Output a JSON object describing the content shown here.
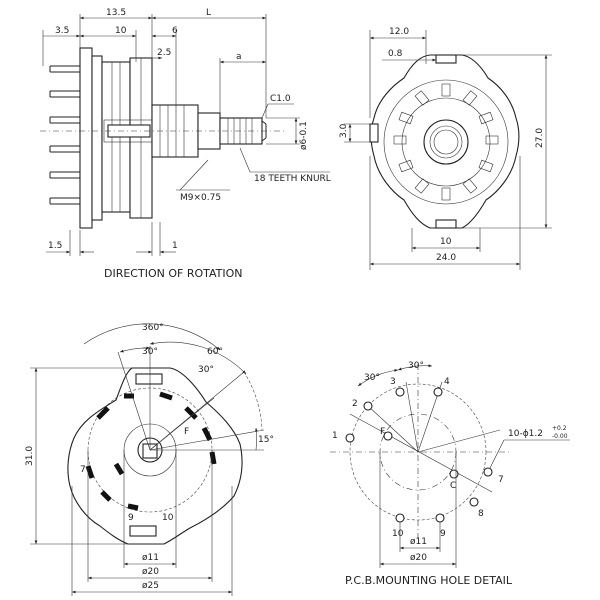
{
  "side_view": {
    "dims": {
      "d13_5": "13.5",
      "dL": "L",
      "d3_5": "3.5",
      "d10": "10",
      "d6": "6",
      "d2_5": "2.5",
      "da": "a",
      "c1_0": "C1.0",
      "d6_shaft": "ø6-0.1",
      "d1_5": "1.5",
      "d1": "1"
    },
    "thread": "M9×0.75",
    "knurl": "18 TEETH KNURL"
  },
  "front_view": {
    "dims": {
      "d12_0": "12.0",
      "d0_8": "0.8",
      "d3_0": "3.0",
      "d27_0": "27.0",
      "d10": "10",
      "d24_0": "24.0"
    }
  },
  "rotation_view": {
    "caption": "DIRECTION OF ROTATION",
    "angles": {
      "a360": "360°",
      "a30_top": "30°",
      "a60": "60°",
      "a30_right": "30°",
      "a15": "15°"
    },
    "dims": {
      "d31_0": "31.0",
      "d11": "ø11",
      "d20": "ø20",
      "d25": "ø25"
    },
    "labels": {
      "seven": "7",
      "nine": "9",
      "ten": "10",
      "f": "F"
    }
  },
  "pcb_view": {
    "caption": "P.C.B.MOUNTING HOLE DETAIL",
    "angles": {
      "a30_a": "30°",
      "a30_b": "30°"
    },
    "pins": [
      "1",
      "2",
      "3",
      "4",
      "7",
      "8",
      "9",
      "10"
    ],
    "letters": {
      "f": "F",
      "c": "C"
    },
    "holes_note": "10-ϕ1.2",
    "tol_plus": "+0.2",
    "tol_minus": "-0.00",
    "dims": {
      "d11": "ø11",
      "d20": "ø20"
    }
  }
}
